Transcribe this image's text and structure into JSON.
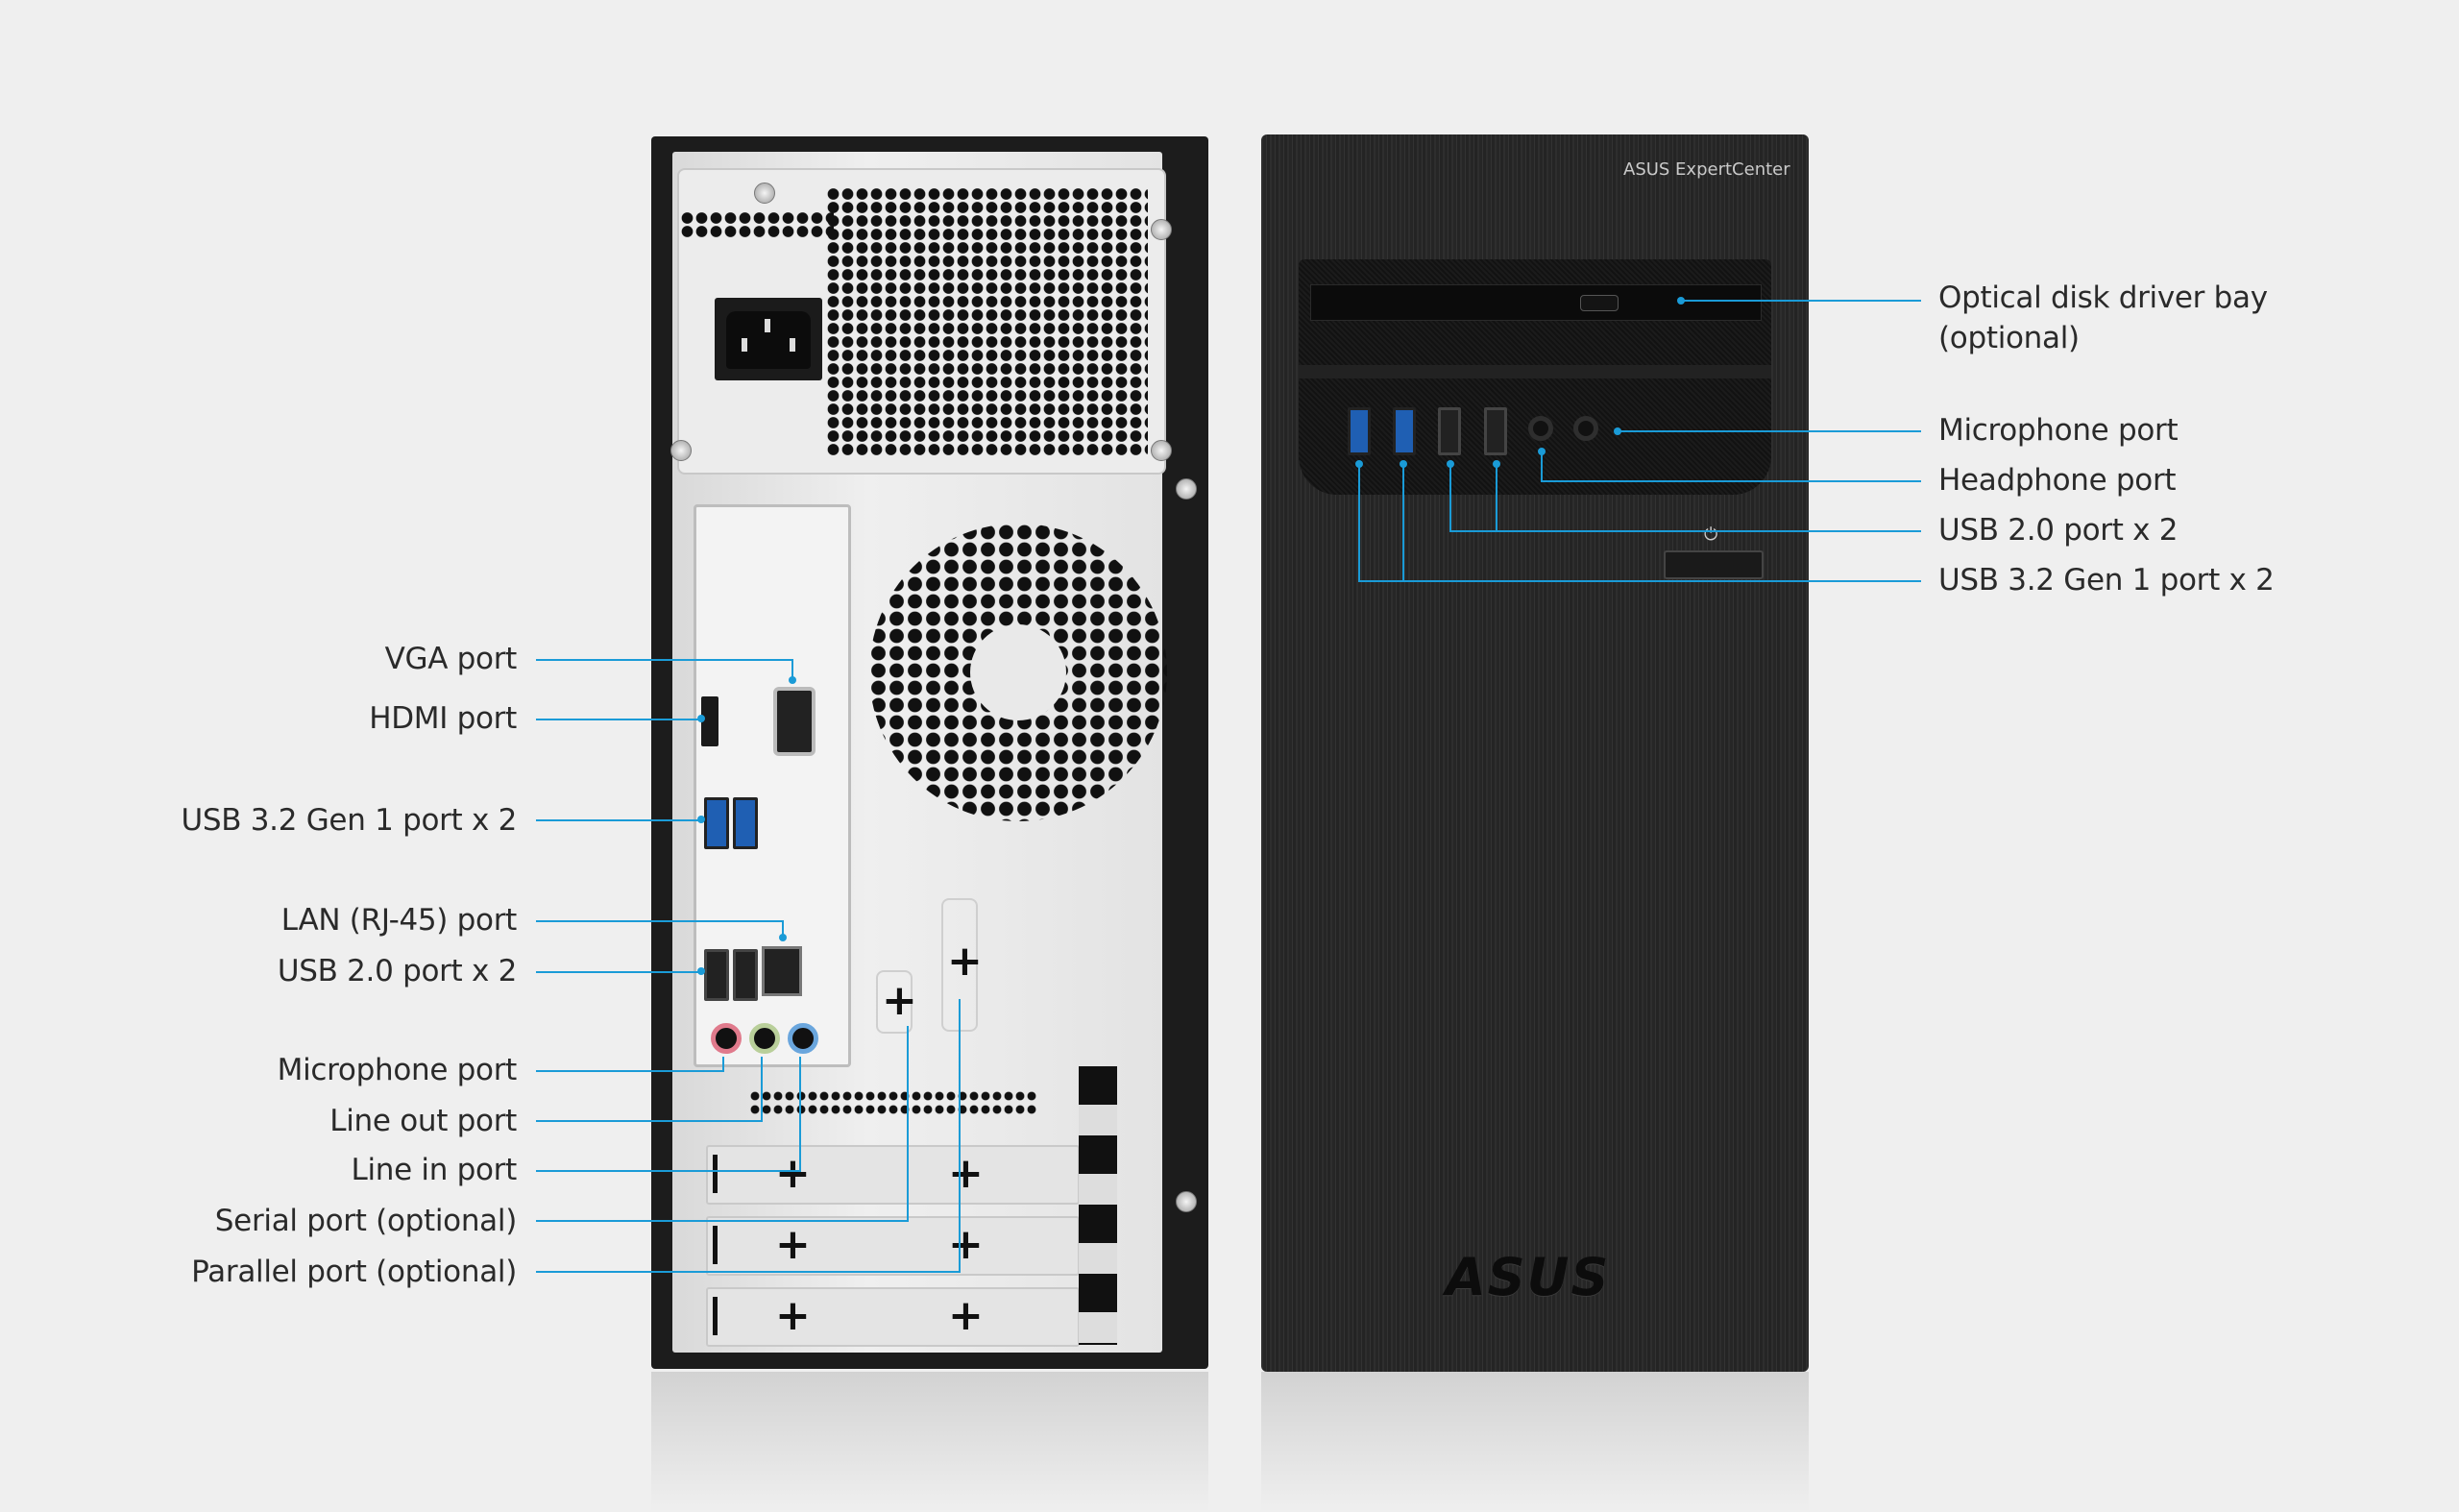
{
  "front_panel": {
    "brand": "ASUS ExpertCenter",
    "logo": "ASUS",
    "power_icon": "⏻",
    "labels": [
      {
        "id": "optical",
        "line1": "Optical disk driver bay",
        "line2": "(optional)"
      },
      {
        "id": "mic",
        "text": "Microphone port"
      },
      {
        "id": "headphone",
        "text": "Headphone port"
      },
      {
        "id": "usb2",
        "text": "USB 2.0 port x 2"
      },
      {
        "id": "usb3",
        "text": "USB 3.2 Gen 1 port x 2"
      }
    ]
  },
  "rear_panel": {
    "labels": [
      {
        "id": "vga",
        "text": "VGA port"
      },
      {
        "id": "hdmi",
        "text": "HDMI port"
      },
      {
        "id": "usb3",
        "text": "USB 3.2 Gen 1 port x 2"
      },
      {
        "id": "lan",
        "text": "LAN (RJ-45) port"
      },
      {
        "id": "usb2",
        "text": "USB 2.0 port x 2"
      },
      {
        "id": "mic",
        "text": "Microphone port"
      },
      {
        "id": "lineout",
        "text": "Line out port"
      },
      {
        "id": "linein",
        "text": "Line in port"
      },
      {
        "id": "serial",
        "text": "Serial port (optional)"
      },
      {
        "id": "parallel",
        "text": "Parallel port (optional)"
      }
    ]
  },
  "colors": {
    "background": "#efefef",
    "callout_line": "#1a9bd7",
    "label_text": "#2a2a2a",
    "mic_jack": "#e07a8c",
    "lineout_jack": "#b9cf9a",
    "linein_jack": "#6aa6dd",
    "usb3_blue": "#1f5fb3"
  }
}
